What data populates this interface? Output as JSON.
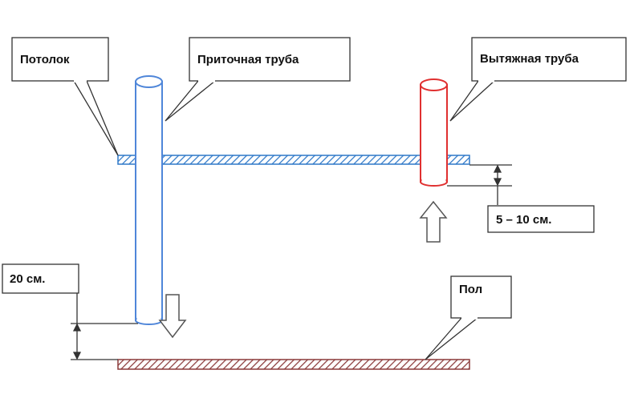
{
  "callouts": {
    "ceiling": "Потолок",
    "supply_pipe": "Приточная труба",
    "exhaust_pipe": "Вытяжная труба",
    "floor": "Пол"
  },
  "dimensions": {
    "floor_gap": "20 см.",
    "ceiling_gap": "5 – 10 см."
  },
  "colors": {
    "supply_pipe": "#4f86d9",
    "exhaust_pipe": "#e03030",
    "ceiling_hatch": "#2f78c8",
    "floor_hatch": "#8b3a3a",
    "outline": "#333333"
  }
}
